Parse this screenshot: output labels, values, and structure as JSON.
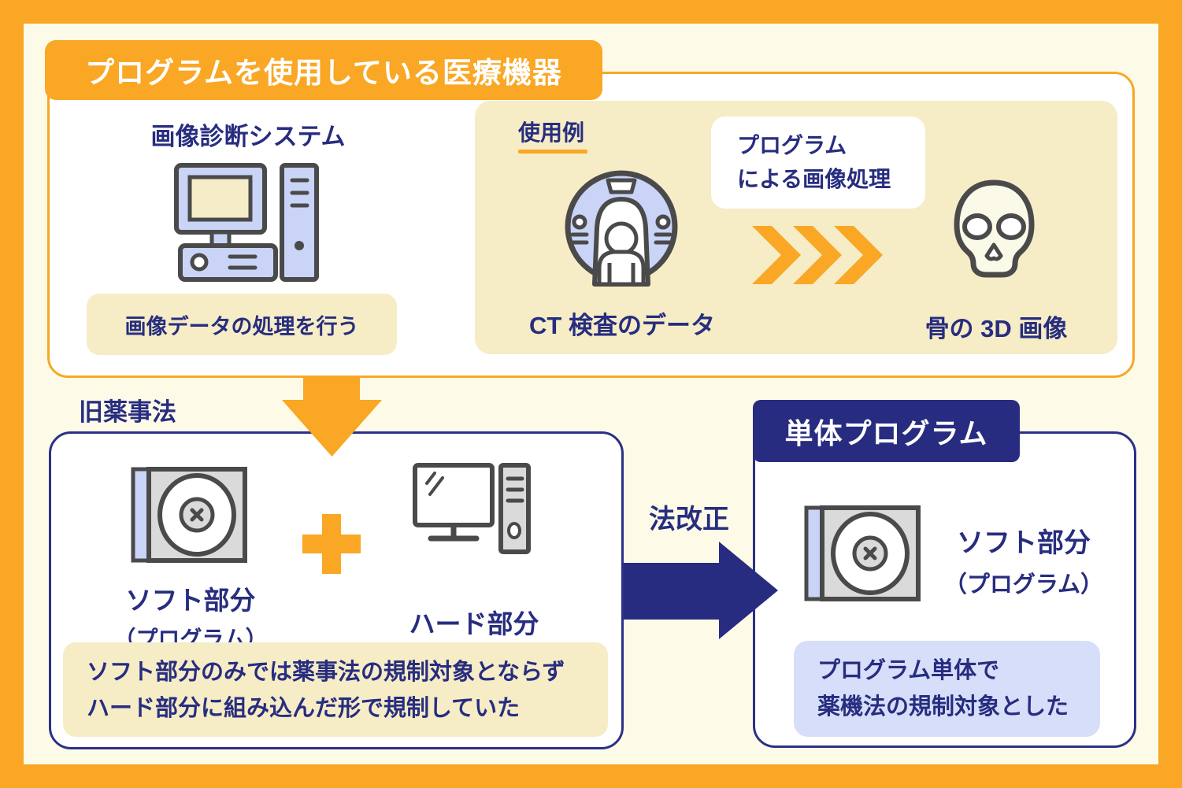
{
  "colors": {
    "accent_orange": "#F9A724",
    "navy": "#272D7F",
    "navy_border": "#2B3186",
    "cream_background": "#FDFBE8",
    "beige_panel": "#F6ECC6",
    "light_blue_panel": "#D7DEF9",
    "icon_periwinkle": "#C9D4F6",
    "icon_gray": "#DADADA",
    "icon_stroke": "#4A4A4A"
  },
  "main_header": {
    "title": "プログラムを使用している医療機器"
  },
  "diagnostic": {
    "title": "画像診断システム",
    "caption": "画像データの処理を行う"
  },
  "example": {
    "label": "使用例",
    "process_line1": "プログラム",
    "process_line2": "による画像処理",
    "input_caption": "CT 検査のデータ",
    "output_caption": "骨の 3D 画像"
  },
  "old_law": {
    "label": "旧薬事法",
    "software_label": "ソフト部分",
    "software_sub": "（プログラム）",
    "hardware_label": "ハード部分",
    "note_line1": "ソフト部分のみでは薬事法の規制対象とならず",
    "note_line2": "ハード部分に組み込んだ形で規制していた"
  },
  "transition": {
    "label": "法改正"
  },
  "standalone": {
    "header": "単体プログラム",
    "software_label": "ソフト部分",
    "software_sub": "（プログラム）",
    "note_line1": "プログラム単体で",
    "note_line2": "薬機法の規制対象とした"
  },
  "icons": {
    "diagnostic_system": "desktop-computer-icon",
    "example_input": "ct-scanner-icon",
    "example_flow": "triple-chevron-icon",
    "example_output": "skull-icon",
    "software": "cd-case-icon",
    "hardware": "computer-tower-icon",
    "combine": "plus-icon",
    "down_flow": "down-arrow-icon",
    "law_change": "right-arrow-icon"
  }
}
